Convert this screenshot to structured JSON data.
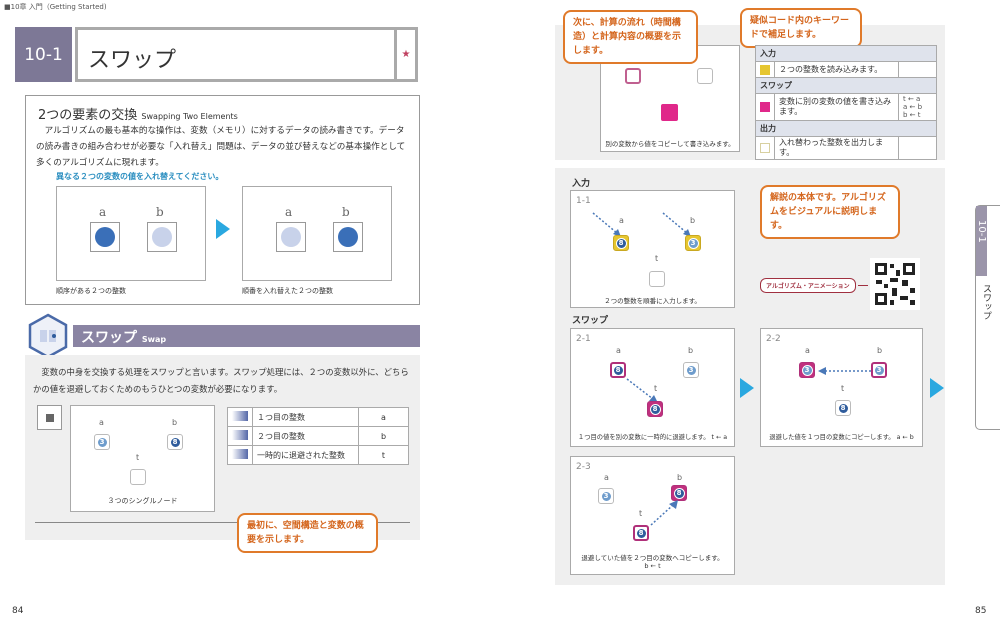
{
  "left": {
    "running_header": "■10章 入門（Getting Started)",
    "section_number": "10-1",
    "section_title": "スワップ",
    "star": "★",
    "intro": {
      "title": "2つの要素の交換",
      "title_en": "Swapping Two Elements",
      "paragraph": "アルゴリズムの最も基本的な操作は、変数（メモリ）に対するデータの読み書きです。データの読み書きの組み合わせが必要な「入れ替え」問題は、データの並び替えなどの基本操作として多くのアルゴリズムに現れます。",
      "instruction": "異なる２つの変数の値を入れ替えてください。",
      "label_a": "a",
      "label_b": "b",
      "caption_before": "順序がある２つの整数",
      "caption_after": "順番を入れ替えた２つの整数"
    },
    "swap": {
      "title": "スワップ",
      "title_en": "Swap",
      "paragraph": "変数の中身を交換する処理をスワップと言います。スワップ処理には、２つの変数以外に、どちらかの値を退避しておくためのもうひとつの変数が必要になります。",
      "a": "a",
      "b": "b",
      "t": "t",
      "val_a": "3",
      "val_b": "8",
      "diagram_caption": "３つのシングルノード",
      "table": [
        {
          "desc": "１つ目の整数",
          "var": "a"
        },
        {
          "desc": "２つ目の整数",
          "var": "b"
        },
        {
          "desc": "一時的に退避された整数",
          "var": "t"
        }
      ],
      "callout": "最初に、空間構造と変数の概要を示します。"
    },
    "page_number": "84"
  },
  "right": {
    "callout_flow": "次に、計算の流れ（時間構造）と計算内容の概要を示します。",
    "callout_keyword": "疑似コード内のキーワードで補足します。",
    "legend_caption": "別の変数から値をコピーして書き込みます。",
    "legend_table": {
      "input_header": "入力",
      "input_desc": "２つの整数を読み込みます。",
      "swap_header": "スワップ",
      "swap_desc": "変数に別の変数の値を書き込みます。",
      "swap_code": [
        "t ← a",
        "a ← b",
        "b ← t"
      ],
      "output_header": "出力",
      "output_desc": "入れ替わった整数を出力します。"
    },
    "input_heading": "入力",
    "swap_heading": "スワップ",
    "callout_body": "解説の本体です。アルゴリズムをビジュアルに説明します。",
    "animation_label": "アルゴリズム・アニメーション",
    "steps": [
      {
        "id": "1-1",
        "a": "8",
        "b": "3",
        "caption": "２つの整数を順番に入力します。"
      },
      {
        "id": "2-1",
        "a": "8",
        "b": "3",
        "t": "8",
        "caption": "１つ目の値を別の変数に一時的に退避します。 t ← a"
      },
      {
        "id": "2-2",
        "a": "3",
        "b": "3",
        "t": "8",
        "caption": "退避した値を１つ目の変数にコピーします。 a ← b"
      },
      {
        "id": "2-3",
        "a": "3",
        "b": "8",
        "t": "8",
        "caption": "退避していた値を２つ目の変数へコピーします。",
        "caption2": "b ← t"
      }
    ],
    "labels": {
      "a": "a",
      "b": "b",
      "t": "t"
    },
    "side_tab": {
      "number": "10-1",
      "title": "スワップ"
    },
    "page_number": "85"
  },
  "colors": {
    "purple": "#8a84a3",
    "accent_blue": "#2aa8e0",
    "orange": "#e07a2a",
    "magenta": "#c0307e",
    "yellow": "#e6c630"
  }
}
